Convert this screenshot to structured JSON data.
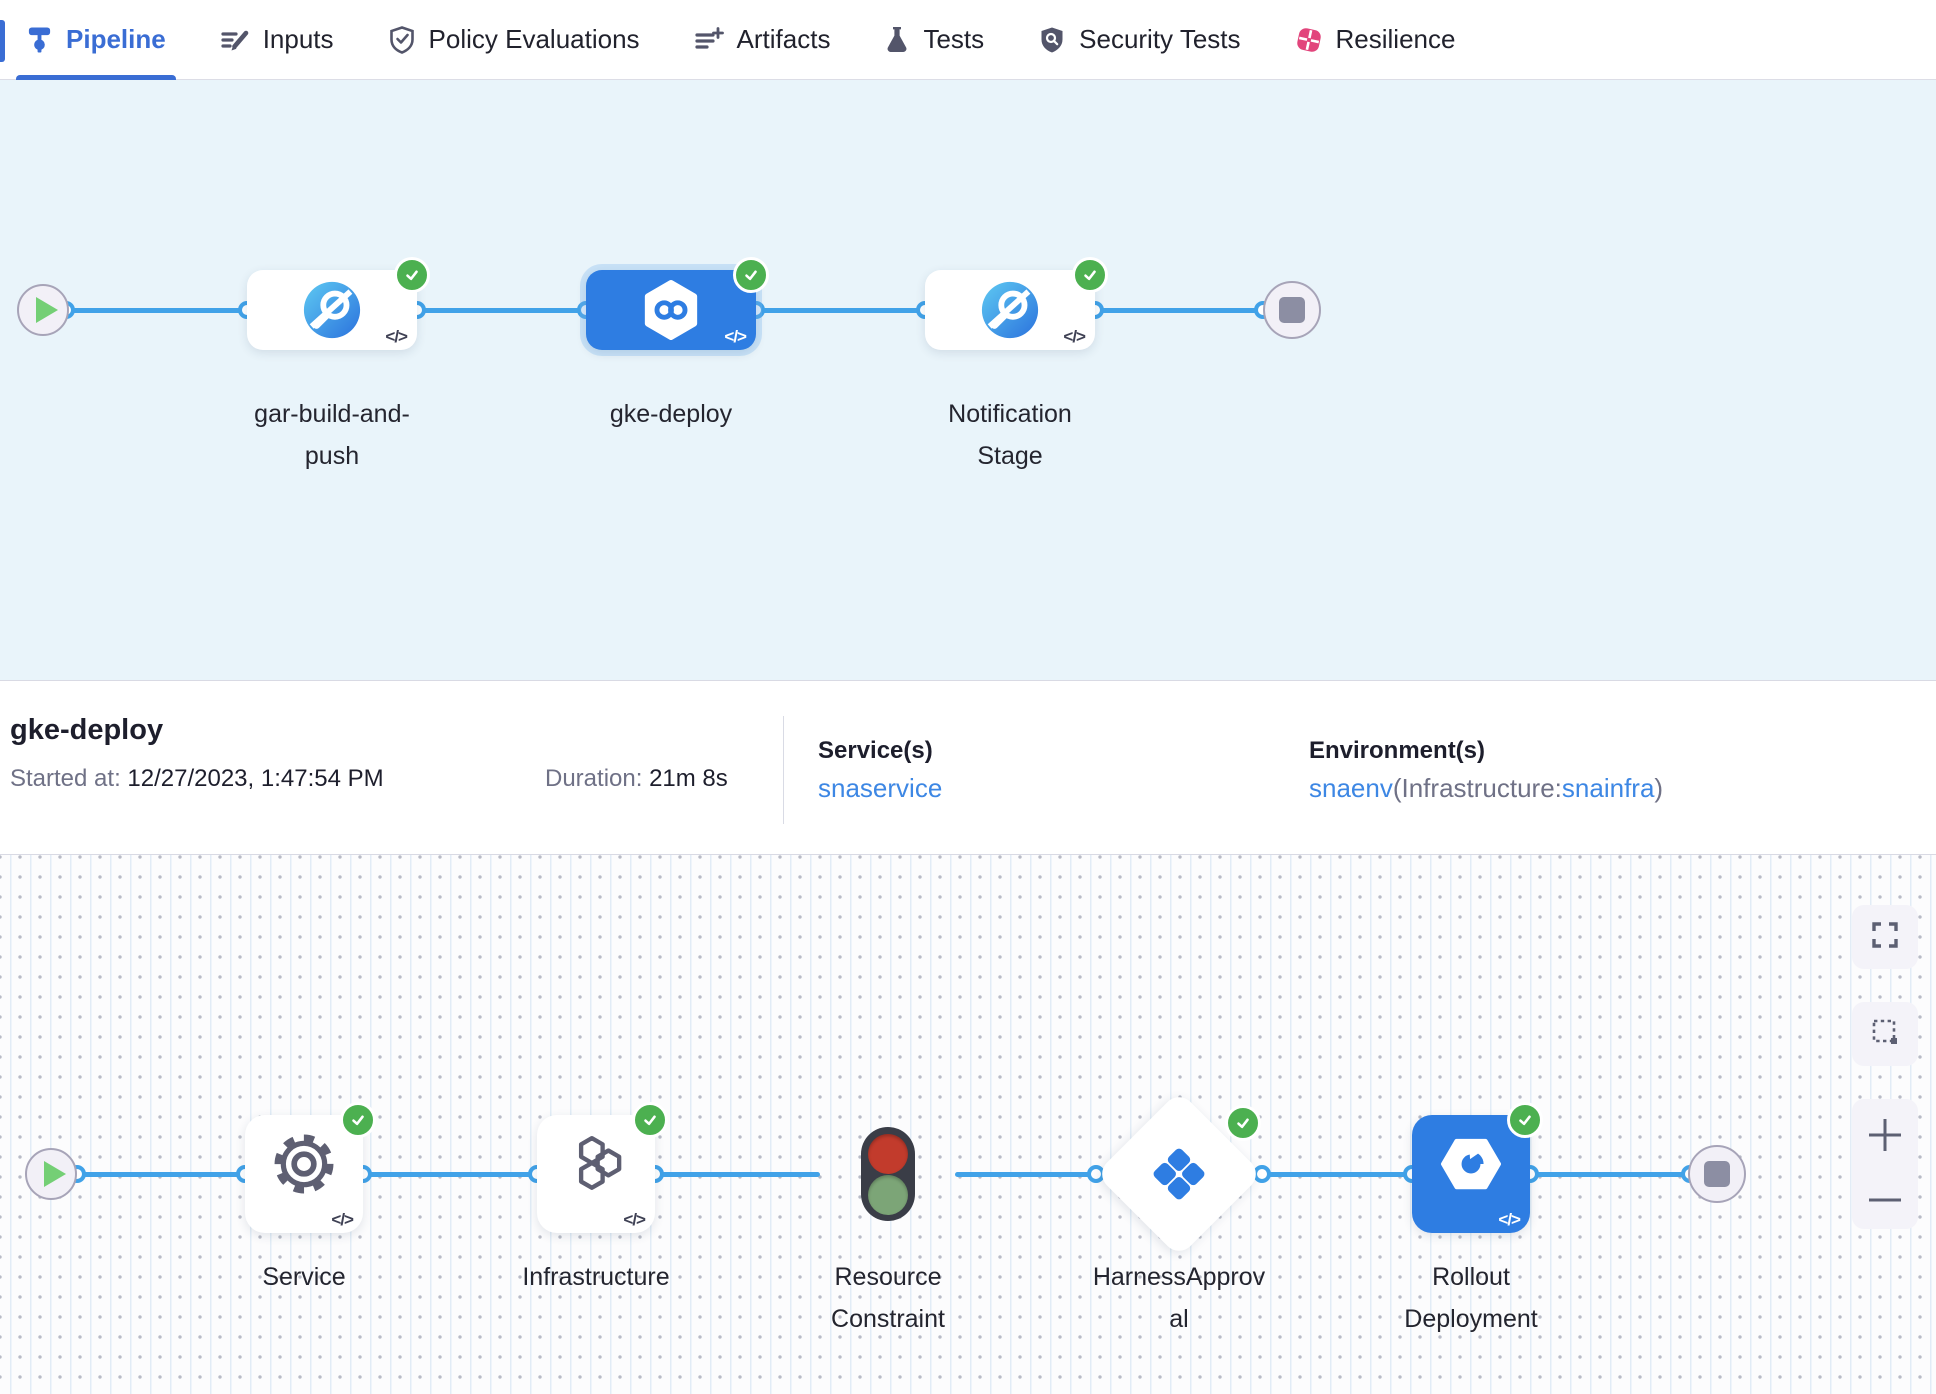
{
  "tabs": [
    {
      "label": "Pipeline",
      "active": true
    },
    {
      "label": "Inputs",
      "active": false
    },
    {
      "label": "Policy Evaluations",
      "active": false
    },
    {
      "label": "Artifacts",
      "active": false
    },
    {
      "label": "Tests",
      "active": false
    },
    {
      "label": "Security Tests",
      "active": false
    },
    {
      "label": "Resilience",
      "active": false
    }
  ],
  "stage_graph": {
    "stages": [
      {
        "id": "gar-build-and-push",
        "label_lines": [
          "gar-build-and-",
          "push"
        ],
        "type": "custom",
        "status": "success",
        "selected": false
      },
      {
        "id": "gke-deploy",
        "label_lines": [
          "gke-deploy"
        ],
        "type": "deploy",
        "status": "success",
        "selected": true
      },
      {
        "id": "notification-stage",
        "label_lines": [
          "Notification",
          "Stage"
        ],
        "type": "custom",
        "status": "success",
        "selected": false
      }
    ]
  },
  "summary": {
    "title": "gke-deploy",
    "started_label": "Started at:",
    "started_value": "12/27/2023, 1:47:54 PM",
    "duration_label": "Duration:",
    "duration_value": "21m 8s",
    "services_label": "Service(s)",
    "service_link": "snaservice",
    "environments_label": "Environment(s)",
    "env_link": "snaenv",
    "env_infra_prefix": "(Infrastructure:",
    "env_infra_link": "snainfra",
    "env_infra_suffix": ")"
  },
  "execution_graph": {
    "steps": [
      {
        "id": "service",
        "label_lines": [
          "Service"
        ],
        "type": "service",
        "status": "success"
      },
      {
        "id": "infrastructure",
        "label_lines": [
          "Infrastructure"
        ],
        "type": "infrastructure",
        "status": "success"
      },
      {
        "id": "resource-constraint",
        "label_lines": [
          "Resource",
          "Constraint"
        ],
        "type": "resource-constraint",
        "status": "none"
      },
      {
        "id": "harness-approval",
        "label_lines": [
          "HarnessApprov",
          "al"
        ],
        "type": "approval",
        "status": "success"
      },
      {
        "id": "rollout-deployment",
        "label_lines": [
          "Rollout",
          "Deployment"
        ],
        "type": "rollout",
        "status": "success"
      }
    ]
  },
  "glyphs": {
    "code": "</>"
  },
  "icons": {
    "tabs": [
      "pipeline-icon",
      "inputs-icon",
      "policy-evaluations-icon",
      "artifacts-icon",
      "tests-icon",
      "security-tests-icon",
      "resilience-icon"
    ],
    "graph": [
      "play-icon",
      "stop-icon",
      "success-check-icon",
      "code-view-icon",
      "custom-stage-icon",
      "deploy-stage-icon",
      "gear-icon",
      "hexagons-icon",
      "traffic-light-icon",
      "approval-icon",
      "rollout-icon"
    ],
    "controls": [
      "fullscreen-icon",
      "marquee-select-icon",
      "zoom-in-icon",
      "zoom-out-icon"
    ]
  },
  "colors": {
    "accent_blue": "#3a6dd4",
    "edge_blue": "#41a2e8",
    "selected_stage_blue": "#2e7de2",
    "success_green": "#4cb050",
    "link_blue": "#3d87e4",
    "resilience_pink": "#e2457c",
    "stage_canvas_bg": "#e9f4fa"
  }
}
